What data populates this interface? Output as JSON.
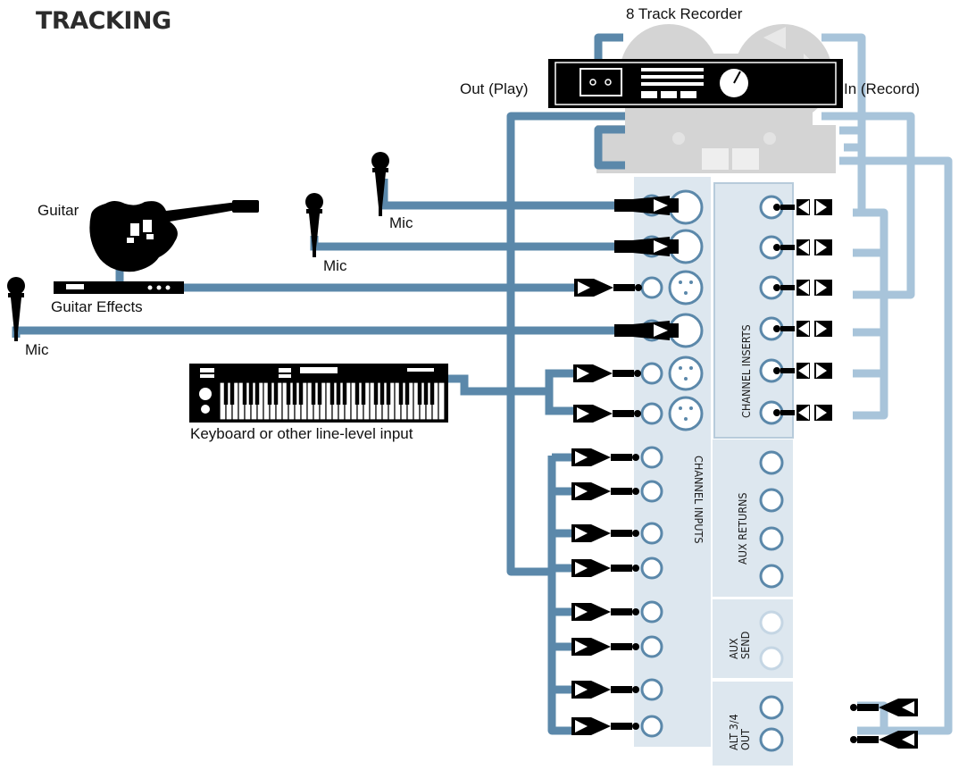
{
  "title": "TRACKING",
  "labels": {
    "recorder": "8 Track Recorder",
    "out_play": "Out (Play)",
    "in_record": "In (Record)",
    "guitar": "Guitar",
    "guitar_effects": "Guitar Effects",
    "mic_1": "Mic",
    "mic_2": "Mic",
    "mic_3": "Mic",
    "keyboard": "Keyboard or other line-level input"
  },
  "mixer_sections": {
    "channel_inputs": "CHANNEL INPUTS",
    "channel_inserts": "CHANNEL INSERTS",
    "aux_returns": "AUX RETURNS",
    "aux_send_line1": "AUX",
    "aux_send_line2": "SEND",
    "alt_out_line1": "ALT 3/4",
    "alt_out_line2": "OUT"
  },
  "colors": {
    "cable_dark": "#5b88aa",
    "cable_light": "#a8c4da",
    "panel": "#dde7ef",
    "panel_border": "#b7cbdb",
    "jack_ring": "#5b88aa",
    "jack_ring_faint": "#c5d6e4",
    "recorder_gray": "#d4d4d4",
    "black": "#000000"
  },
  "icons": [
    "microphone-icon",
    "guitar-icon",
    "effects-rack-icon",
    "keyboard-icon",
    "tape-recorder-icon",
    "recorder-interface-icon",
    "xlr-connector-icon",
    "quarter-inch-plug-icon",
    "insert-cable-icon"
  ]
}
